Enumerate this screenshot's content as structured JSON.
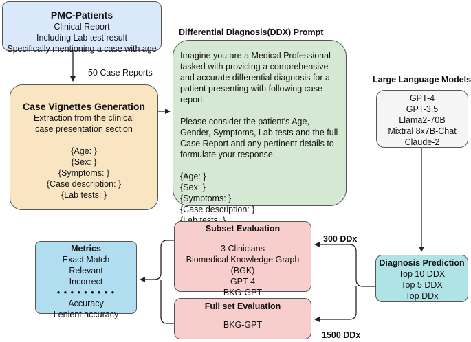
{
  "pmc": {
    "title": "PMC-Patients",
    "lines": [
      "Clinical Report",
      "Including Lab test result",
      "Specifically mentioning a case with age"
    ]
  },
  "case_reports_label": "50 Case Reports",
  "vignettes": {
    "title": "Case Vignettes Generation",
    "lines": [
      "Extraction from the clinical",
      "case presentation section"
    ],
    "fields": [
      "{Age: }",
      "{Sex: }",
      "{Symptoms: }",
      "{Case description: }",
      "{Lab tests: }"
    ]
  },
  "ddx": {
    "heading": "Differential Diagnosis(DDX) Prompt",
    "paragraph1": "Imagine you are a Medical Professional tasked with providing a comprehensive and accurate differential diagnosis for a patient presenting with following case report.",
    "paragraph2": "Please consider the patient's Age, Gender, Symptoms, Lab tests and the full Case Report and any pertinent details to formulate your response.",
    "fields": [
      "{Age: }",
      "{Sex: }",
      "{Symptoms: }",
      "{Case description: }",
      "{Lab tests: }"
    ]
  },
  "llm": {
    "heading": "Large Language Models",
    "models": [
      "GPT-4",
      "GPT-3.5",
      "Llama2-70B",
      "Mixtral 8x7B-Chat",
      "Claude-2"
    ]
  },
  "prediction": {
    "title": "Diagnosis Prediction",
    "lines": [
      "Top 10 DDX",
      "Top 5 DDX",
      "Top DDx"
    ]
  },
  "subset": {
    "title": "Subset Evaluation",
    "lines": [
      "3 Clinicians",
      "Biomedical Knowledge Graph (BGK)",
      "GPT-4",
      "BKG-GPT"
    ]
  },
  "fullset": {
    "title": "Full set Evaluation",
    "lines": [
      "BKG-GPT"
    ]
  },
  "metrics": {
    "title": "Metrics",
    "lines": [
      "Exact Match",
      "Relevant",
      "Incorrect"
    ],
    "dots": "• • • • • • • • •",
    "lines2": [
      "Accuracy",
      "Lenient accuracy"
    ]
  },
  "ddx300_label": "300 DDx",
  "ddx1500_label": "1500 DDx",
  "colors": {
    "blue": "#dae8fc",
    "orange": "#fae5c2",
    "green": "#d5e8d4",
    "grey": "#f5f5f5",
    "teal": "#b0e3e6",
    "red": "#f8cecc",
    "cyan": "#b1ddf0"
  }
}
